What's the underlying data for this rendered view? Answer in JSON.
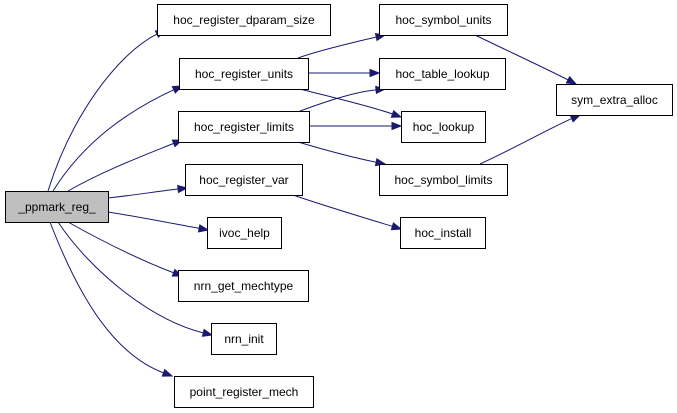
{
  "graph": {
    "root": "_ppmark_reg_",
    "nodes": [
      {
        "id": "ppmark_reg",
        "label": "_ppmark_reg_",
        "root": true
      },
      {
        "id": "hoc_register_dparam_size",
        "label": "hoc_register_dparam_size"
      },
      {
        "id": "hoc_register_units",
        "label": "hoc_register_units"
      },
      {
        "id": "hoc_register_limits",
        "label": "hoc_register_limits"
      },
      {
        "id": "hoc_register_var",
        "label": "hoc_register_var"
      },
      {
        "id": "ivoc_help",
        "label": "ivoc_help"
      },
      {
        "id": "nrn_get_mechtype",
        "label": "nrn_get_mechtype"
      },
      {
        "id": "nrn_init",
        "label": "nrn_init"
      },
      {
        "id": "point_register_mech",
        "label": "point_register_mech"
      },
      {
        "id": "hoc_symbol_units",
        "label": "hoc_symbol_units"
      },
      {
        "id": "hoc_table_lookup",
        "label": "hoc_table_lookup"
      },
      {
        "id": "hoc_lookup",
        "label": "hoc_lookup"
      },
      {
        "id": "hoc_symbol_limits",
        "label": "hoc_symbol_limits"
      },
      {
        "id": "hoc_install",
        "label": "hoc_install"
      },
      {
        "id": "sym_extra_alloc",
        "label": "sym_extra_alloc"
      }
    ],
    "edges": [
      {
        "from": "ppmark_reg",
        "to": "hoc_register_dparam_size"
      },
      {
        "from": "ppmark_reg",
        "to": "hoc_register_units"
      },
      {
        "from": "ppmark_reg",
        "to": "hoc_register_limits"
      },
      {
        "from": "ppmark_reg",
        "to": "hoc_register_var"
      },
      {
        "from": "ppmark_reg",
        "to": "ivoc_help"
      },
      {
        "from": "ppmark_reg",
        "to": "nrn_get_mechtype"
      },
      {
        "from": "ppmark_reg",
        "to": "nrn_init"
      },
      {
        "from": "ppmark_reg",
        "to": "point_register_mech"
      },
      {
        "from": "hoc_register_units",
        "to": "hoc_symbol_units"
      },
      {
        "from": "hoc_register_units",
        "to": "hoc_table_lookup"
      },
      {
        "from": "hoc_register_units",
        "to": "hoc_lookup"
      },
      {
        "from": "hoc_register_limits",
        "to": "hoc_table_lookup"
      },
      {
        "from": "hoc_register_limits",
        "to": "hoc_lookup"
      },
      {
        "from": "hoc_register_limits",
        "to": "hoc_symbol_limits"
      },
      {
        "from": "hoc_register_var",
        "to": "hoc_install"
      },
      {
        "from": "hoc_symbol_units",
        "to": "sym_extra_alloc"
      },
      {
        "from": "hoc_symbol_limits",
        "to": "sym_extra_alloc"
      }
    ],
    "colors": {
      "edge": "#191970",
      "root_fill": "#bfbfbf",
      "node_fill": "#ffffff",
      "node_border": "#000000"
    }
  }
}
